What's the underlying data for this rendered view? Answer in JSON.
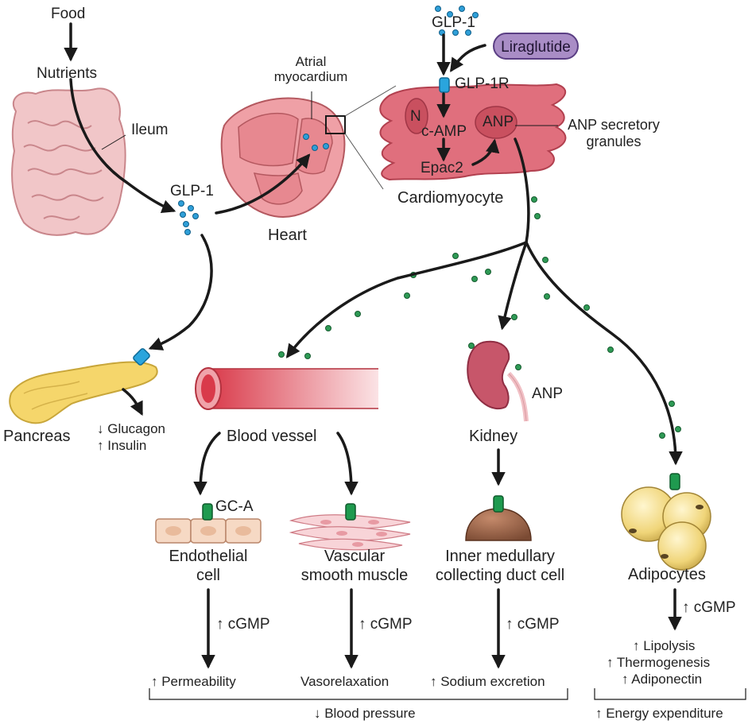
{
  "figure": {
    "inputs": {
      "food": "Food",
      "nutrients": "Nutrients",
      "ileum": "Ileum",
      "glp1_gut": "GLP-1",
      "glp1_top": "GLP-1",
      "liraglutide": "Liraglutide"
    },
    "heart": {
      "label": "Heart",
      "atrial_myocardium": "Atrial\nmyocardium"
    },
    "cardiomyocyte": {
      "label": "Cardiomyocyte",
      "nucleus": "N",
      "receptor": "GLP-1R",
      "camp": "c-AMP",
      "epac2": "Epac2",
      "anp": "ANP",
      "granules": "ANP secretory\ngranules"
    },
    "pancreas": {
      "label": "Pancreas",
      "effects": [
        "↓ Glucagon",
        "↑ Insulin"
      ]
    },
    "targets": {
      "blood_vessel": "Blood vessel",
      "kidney": "Kidney",
      "kidney_anp": "ANP",
      "gc_a": "GC-A",
      "endothelial": "Endothelial\ncell",
      "smooth_muscle": "Vascular\nsmooth muscle",
      "collecting_duct": "Inner medullary\ncollecting duct cell",
      "adipocytes": "Adipocytes"
    },
    "cgmp": [
      "↑ cGMP",
      "↑ cGMP",
      "↑ cGMP",
      "↑ cGMP"
    ],
    "outcomes": {
      "permeability": "↑ Permeability",
      "vasorelaxation": "Vasorelaxation",
      "sodium": "↑ Sodium excretion",
      "adipose": [
        "↑ Lipolysis",
        "↑ Thermogenesis",
        "↑ Adiponectin"
      ],
      "blood_pressure": "↓ Blood pressure",
      "energy": "↑ Energy expenditure"
    }
  },
  "colors": {
    "arrow": "#1a1a1a",
    "glp1_dot": "#2f9fd8",
    "anp_dot": "#2e9a55",
    "receptor_green": "#1f9a4f",
    "receptor_blue": "#2aa5dd",
    "cardiomyocyte": "#e06f7d",
    "heart": "#efa0a6",
    "intestine": "#f1c6c8",
    "pancreas": "#f5d66b",
    "liraglutide": "#a98dc6",
    "vessel": "#e9505d",
    "kidney": "#c7566a",
    "adipocyte": "#f0d579"
  }
}
